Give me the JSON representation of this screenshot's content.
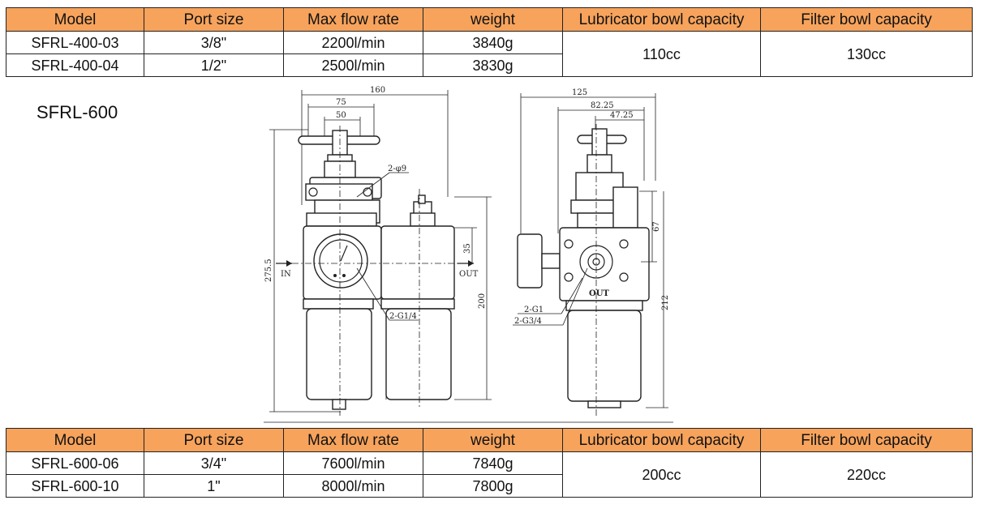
{
  "headers": [
    "Model",
    "Port size",
    "Max flow rate",
    "weight",
    "Lubricator bowl capacity",
    "Filter bowl capacity"
  ],
  "table_400": {
    "rows": [
      {
        "model": "SFRL-400-03",
        "port": "3/8\"",
        "flow": "2200l/min",
        "weight": "3840g"
      },
      {
        "model": "SFRL-400-04",
        "port": "1/2\"",
        "flow": "2500l/min",
        "weight": "3830g"
      }
    ],
    "lubricator_capacity": "110cc",
    "filter_capacity": "130cc"
  },
  "section_title": "SFRL-600",
  "drawing": {
    "dims": {
      "overall_width": "160",
      "width_75": "75",
      "width_50": "50",
      "hole": "2-φ9",
      "height_35": "35",
      "height_275": "275.5",
      "height_200": "200",
      "side_width": "125",
      "side_82": "82.25",
      "side_47": "47.25",
      "side_67": "67",
      "side_212": "212"
    },
    "labels": {
      "in": "IN",
      "out": "OUT",
      "port_front": "2-G1/4",
      "port_side_1": "2-G1",
      "port_side_2": "2-G3/4",
      "out_marking": "OUT"
    }
  },
  "table_600": {
    "rows": [
      {
        "model": "SFRL-600-06",
        "port": "3/4\"",
        "flow": "7600l/min",
        "weight": "7840g"
      },
      {
        "model": "SFRL-600-10",
        "port": "1\"",
        "flow": "8000l/min",
        "weight": "7800g"
      }
    ],
    "lubricator_capacity": "200cc",
    "filter_capacity": "220cc"
  }
}
